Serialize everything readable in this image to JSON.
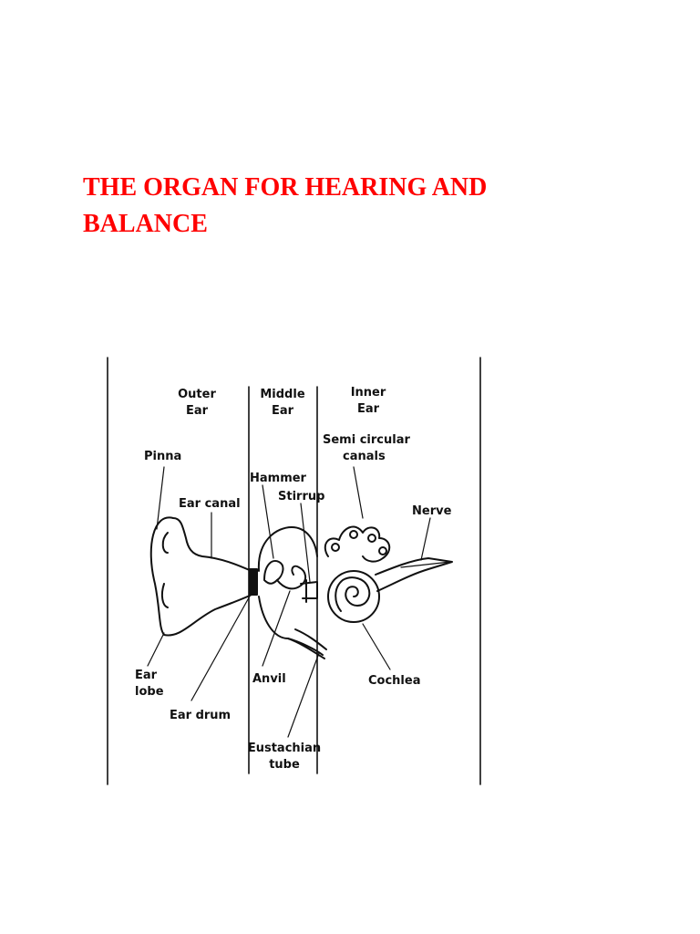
{
  "title": "THE ORGAN FOR HEARING AND BALANCE",
  "colors": {
    "title": "#ff0000",
    "lines": "#111111"
  },
  "diagram": {
    "sections": {
      "outer": [
        "Outer",
        "Ear"
      ],
      "middle": [
        "Middle",
        "Ear"
      ],
      "inner": [
        "Inner",
        "Ear"
      ]
    },
    "labels": {
      "pinna": "Pinna",
      "ear_canal": "Ear canal",
      "hammer": "Hammer",
      "stirrup": "Stirrup",
      "semicircular": [
        "Semi circular",
        "canals"
      ],
      "nerve": "Nerve",
      "ear_lobe": [
        "Ear",
        "lobe"
      ],
      "ear_drum": "Ear drum",
      "anvil": "Anvil",
      "cochlea": "Cochlea",
      "eustachian": [
        "Eustachian",
        "tube"
      ]
    }
  }
}
